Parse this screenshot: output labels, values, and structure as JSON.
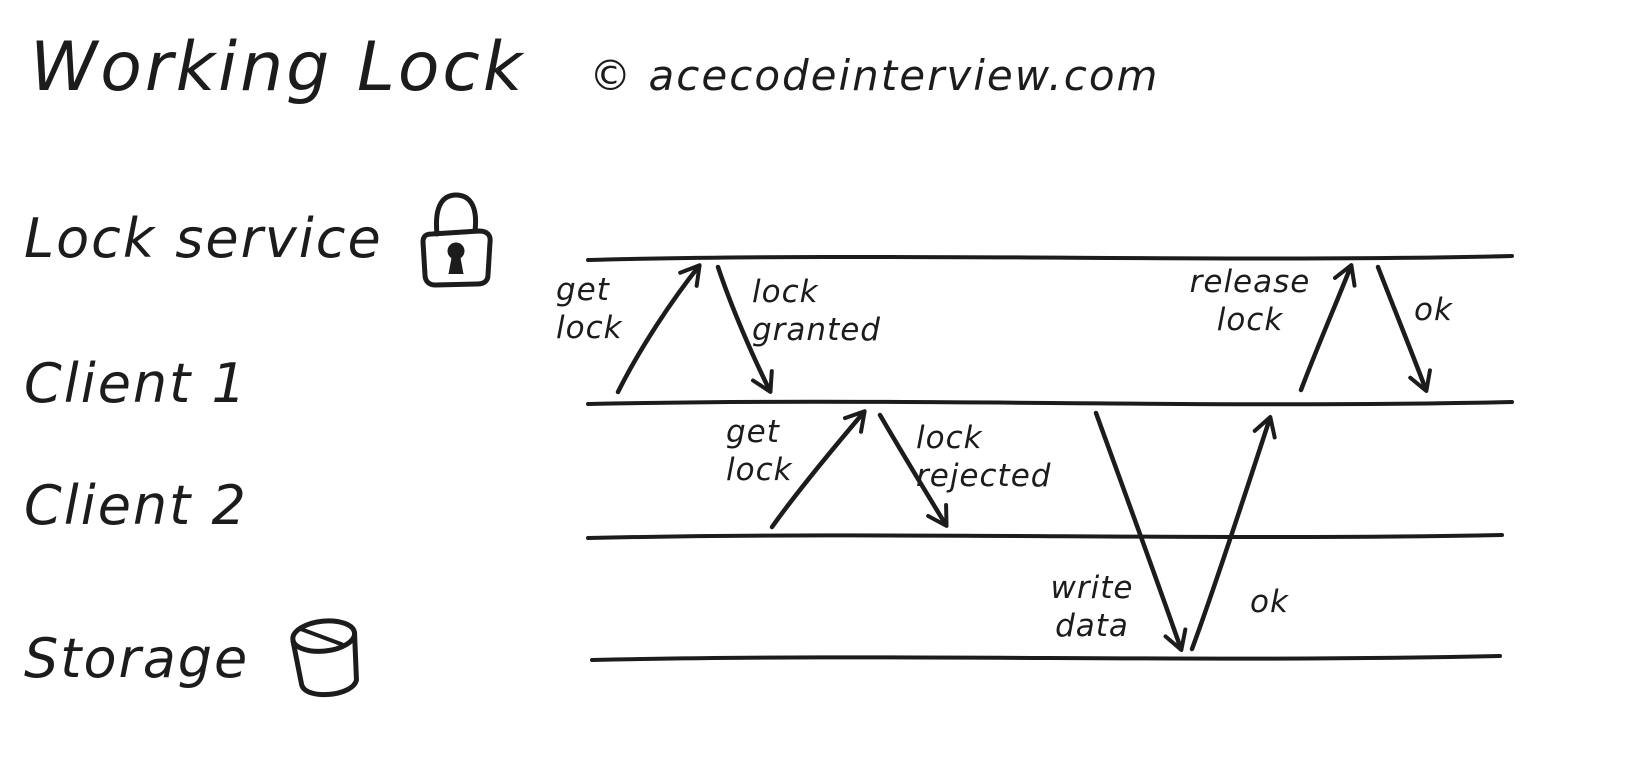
{
  "page": {
    "background": "#ffffff",
    "ink": "#1c1c1c"
  },
  "header": {
    "title": "Working Lock",
    "copyright": "© acecodeinterview.com"
  },
  "lanes": [
    {
      "id": "lock-service",
      "label": "Lock service",
      "icon": "padlock-icon"
    },
    {
      "id": "client-1",
      "label": "Client 1"
    },
    {
      "id": "client-2",
      "label": "Client 2"
    },
    {
      "id": "storage",
      "label": "Storage",
      "icon": "database-cylinder-icon"
    }
  ],
  "messages": [
    {
      "label": "get\nlock",
      "from": "Client 1",
      "to": "Lock service",
      "direction": "up"
    },
    {
      "label": "lock\ngranted",
      "from": "Lock service",
      "to": "Client 1",
      "direction": "down"
    },
    {
      "label": "get\nlock",
      "from": "Client 2",
      "to": "Lock service",
      "direction": "up"
    },
    {
      "label": "lock\nrejected",
      "from": "Lock service",
      "to": "Client 2",
      "direction": "down"
    },
    {
      "label": "write\ndata",
      "from": "Client 1",
      "to": "Storage",
      "direction": "down"
    },
    {
      "label": "ok",
      "from": "Storage",
      "to": "Client 1",
      "direction": "up"
    },
    {
      "label": "release\nlock",
      "from": "Client 1",
      "to": "Lock service",
      "direction": "up"
    },
    {
      "label": "ok",
      "from": "Lock service",
      "to": "Client 1",
      "direction": "down"
    }
  ]
}
